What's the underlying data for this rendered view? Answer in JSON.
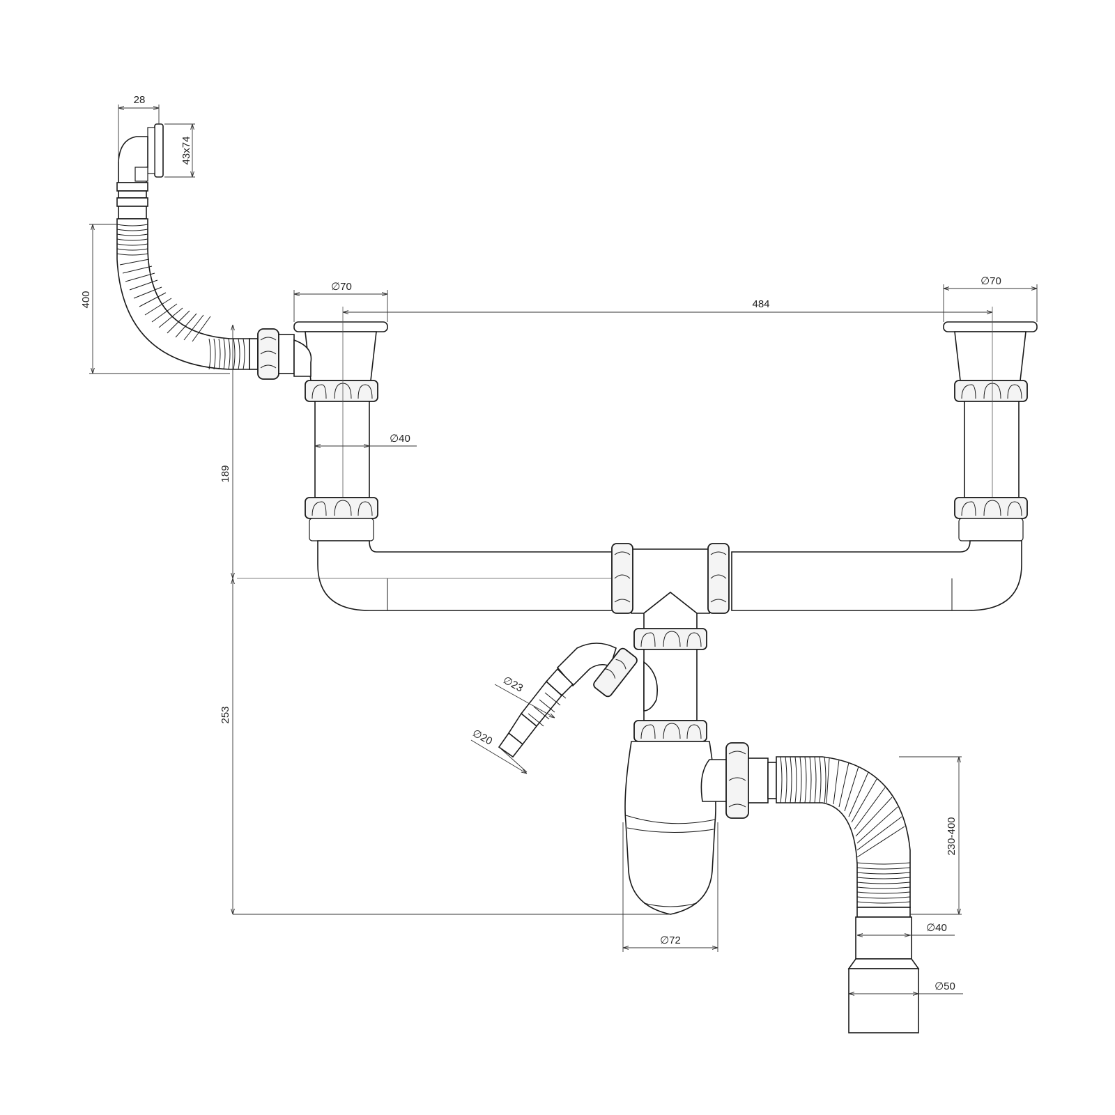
{
  "diagram": {
    "dimensions": {
      "overflow_elbow_width": "28",
      "overflow_plate_size": "43x74",
      "overflow_hose_length": "400",
      "left_strainer_diameter": "∅70",
      "right_strainer_diameter": "∅70",
      "bowl_center_distance": "484",
      "tailpiece_diameter": "∅40",
      "outlet_height": "189",
      "total_height": "253",
      "appliance_outer_diameter": "∅23",
      "appliance_inner_diameter": "∅20",
      "bottle_trap_diameter": "∅72",
      "flex_hose_length": "230-400",
      "outlet_diameter_small": "∅40",
      "outlet_diameter_large": "∅50"
    }
  }
}
